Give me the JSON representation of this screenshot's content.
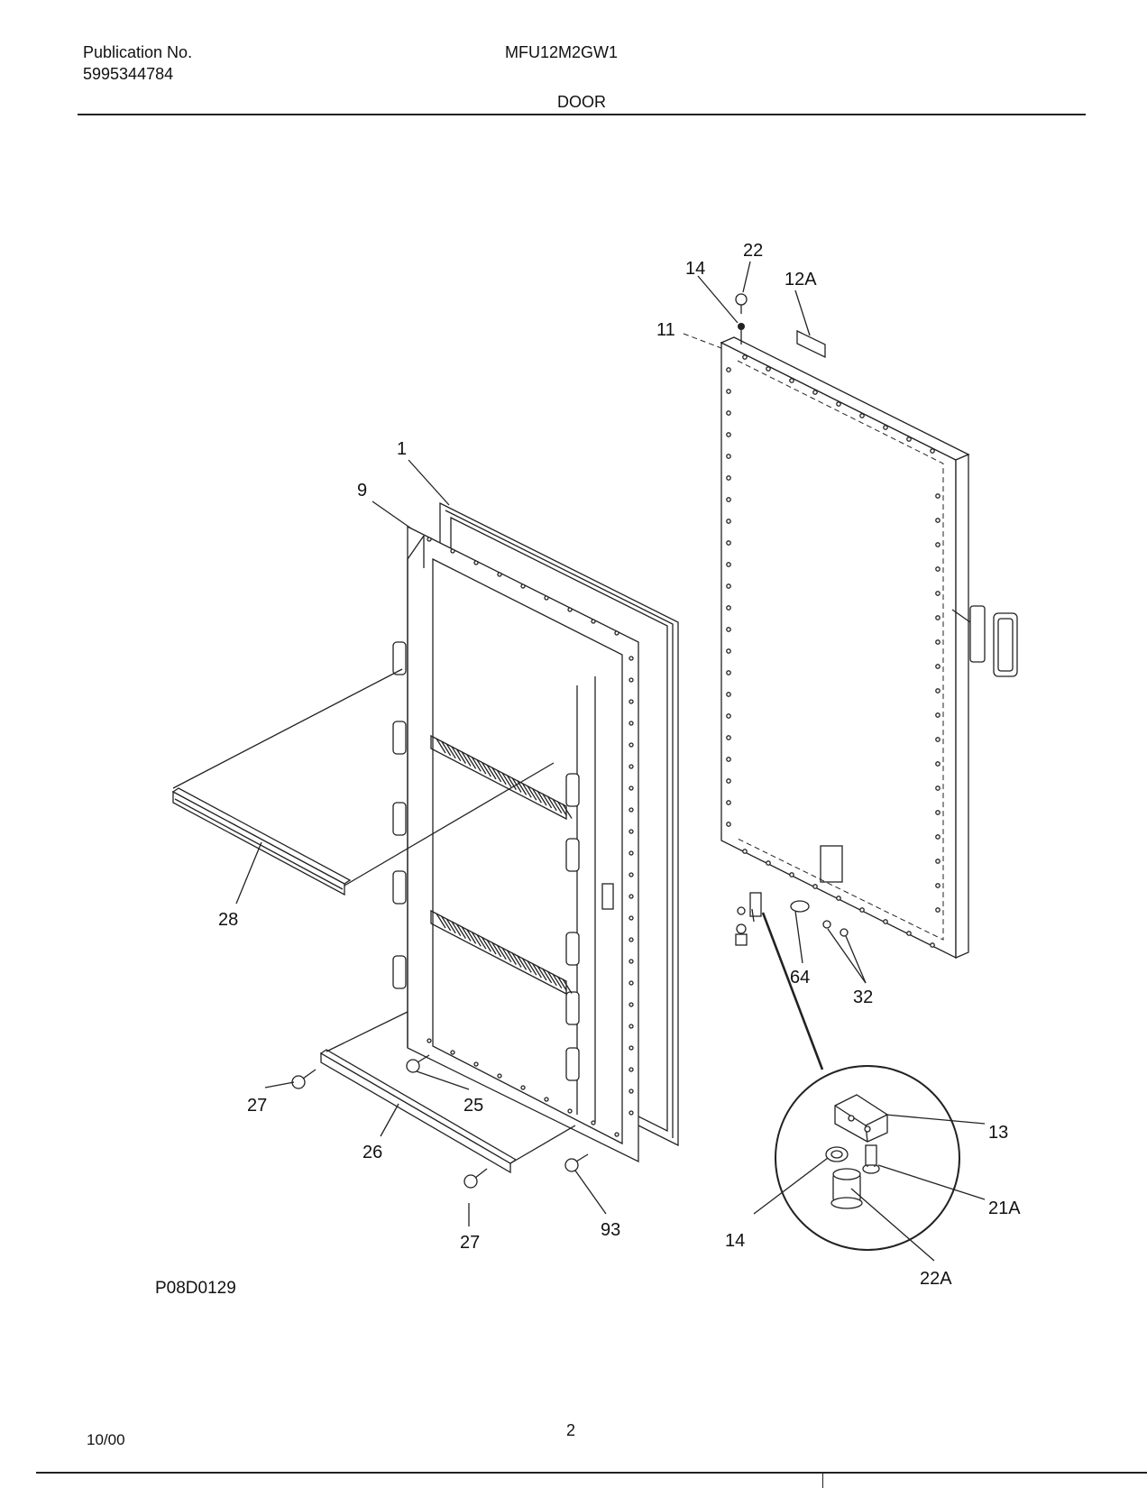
{
  "header": {
    "publication_label": "Publication No.",
    "publication_number": "5995344784",
    "model": "MFU12M2GW1",
    "section_title": "DOOR"
  },
  "diagram": {
    "code": "P08D0129",
    "callouts": {
      "c1": "1",
      "c9": "9",
      "c28": "28",
      "c27a": "27",
      "c25": "25",
      "c26": "26",
      "c27b": "27",
      "c93": "93",
      "c14a": "14",
      "c22": "22",
      "c12a": "12A",
      "c11": "11",
      "c64": "64",
      "c32": "32",
      "c13": "13",
      "c21a": "21A",
      "c14b": "14",
      "c22a": "22A"
    }
  },
  "footer": {
    "date": "10/00",
    "page_number": "2"
  }
}
